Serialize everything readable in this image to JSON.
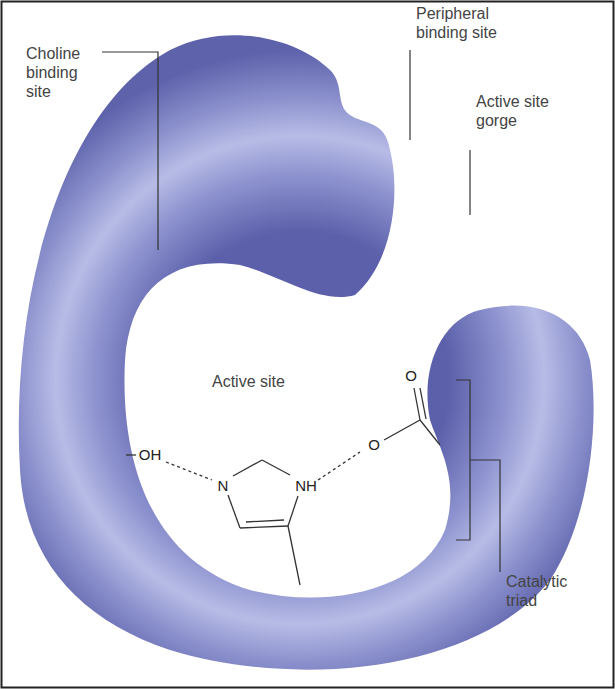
{
  "diagram": {
    "labels": [
      "Choline binding site",
      "Peripheral binding site",
      "Active site gorge",
      "Active site",
      "Catalytic triad",
      "OH",
      "N",
      "NH",
      "O",
      "O"
    ]
  }
}
